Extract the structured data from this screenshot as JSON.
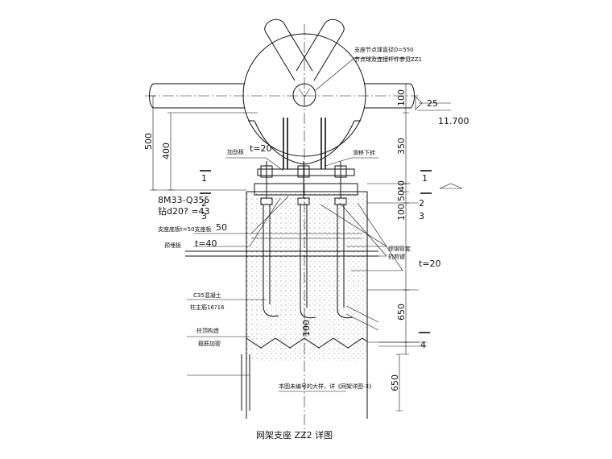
{
  "labels": {
    "ball_dia": "支座节点球直径D=550",
    "ball_note": "节点球及连接杆件参见ZZ1",
    "rib": "加劲板",
    "rib_t": "t=20",
    "anchor_spec_1": "8M33-Q355",
    "anchor_spec_2": "钻d20? =43",
    "sec1": "1",
    "sec2": "2",
    "sec3": "3",
    "sec4": "4",
    "top_plate": "支座底板t=50支座板",
    "t50": "50",
    "embed_plate": "预埋板",
    "t40": "t=40",
    "weld_pipe_1": "焊钢管套",
    "weld_pipe_2": "抗剪键",
    "shear_t": "t=20",
    "concrete_1": "C35混凝土",
    "rebar_1": "柱主筋16?16",
    "rebar_2": "柱顶构造",
    "rebar_3": "箍筋加密",
    "right_label": "滑移下转",
    "bottom_note": "本图未编号的大样，详《网架详图-3》",
    "title": "网架支座  ZZ2  详图"
  },
  "dims": {
    "d500": "500",
    "d400": "400",
    "d100_top": "100",
    "d350": "350",
    "d50": "50",
    "d40": "40",
    "d100_mid": "100",
    "d650a": "650",
    "d650b": "650",
    "d100_c": "100",
    "slope": "25",
    "elev": "11.700"
  },
  "colors": {
    "line": "#111111",
    "hatch": "#555555",
    "bg": "#ffffff"
  }
}
